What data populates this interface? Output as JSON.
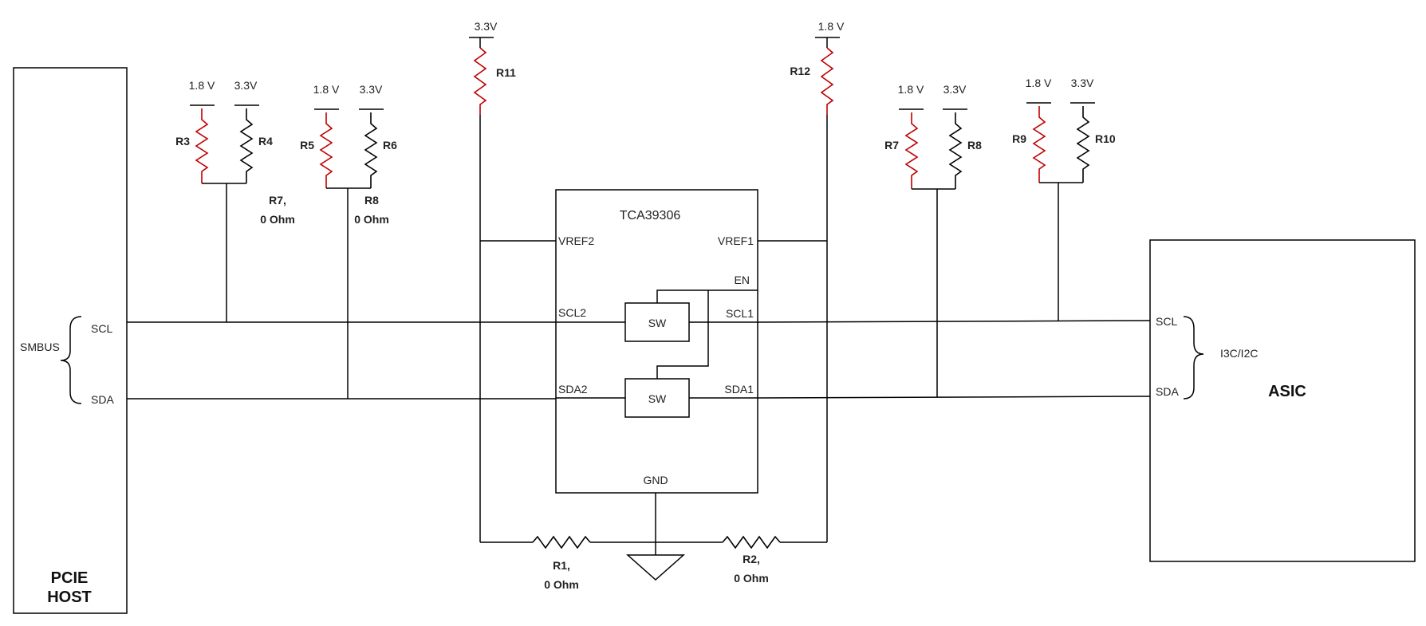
{
  "blocks": {
    "host": "PCIE",
    "host2": "HOST",
    "asic": "ASIC",
    "chip": "TCA39306"
  },
  "host_pins": {
    "bus": "SMBUS",
    "scl": "SCL",
    "sda": "SDA"
  },
  "asic_pins": {
    "bus": "I3C/I2C",
    "scl": "SCL",
    "sda": "SDA"
  },
  "chip_pins": {
    "vref2": "VREF2",
    "vref1": "VREF1",
    "en": "EN",
    "scl2": "SCL2",
    "scl1": "SCL1",
    "sda2": "SDA2",
    "sda1": "SDA1",
    "gnd": "GND",
    "sw": "SW"
  },
  "rails": {
    "v18": "1.8 V",
    "v33": "3.3V",
    "v33b": "3.3V",
    "v18b": "1.8 V"
  },
  "resistors": {
    "r1": "R1,",
    "r1v": "0 Ohm",
    "r2": "R2,",
    "r2v": "0 Ohm",
    "r3": "R3",
    "r4": "R4",
    "r5": "R5",
    "r6": "R6",
    "r7a": "R7,",
    "r7av": "0 Ohm",
    "r8a": "R8",
    "r8av": "0 Ohm",
    "r7": "R7",
    "r8": "R8",
    "r9": "R9",
    "r10": "R10",
    "r11": "R11",
    "r12": "R12"
  },
  "colors": {
    "red_resistor": "#c00000",
    "wire": "#000000"
  }
}
